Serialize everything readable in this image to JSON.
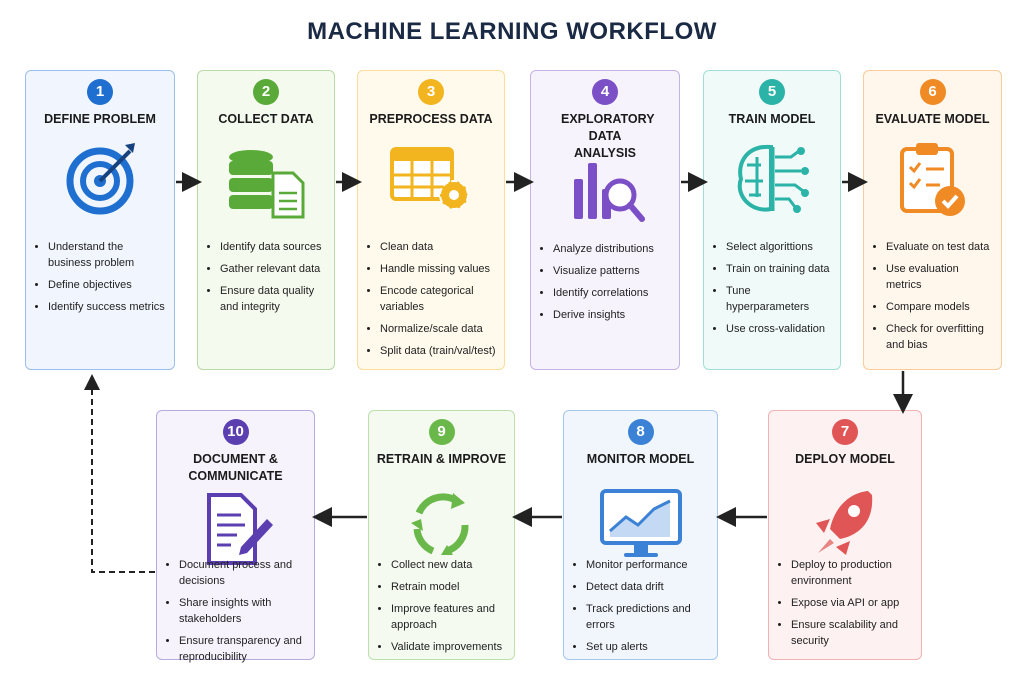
{
  "title": "MACHINE LEARNING WORKFLOW",
  "steps": [
    {
      "n": "1",
      "title": "DEFINE PROBLEM",
      "color": "#1e6fd0",
      "bg": "#f1f6fe",
      "icon": "target-icon",
      "items": [
        "Understand the business problem",
        "Define objectives",
        "Identify success metrics"
      ]
    },
    {
      "n": "2",
      "title": "COLLECT DATA",
      "color": "#5aaa3a",
      "bg": "#f5faef",
      "icon": "database-icon",
      "items": [
        "Identify data sources",
        "Gather relevant data",
        "Ensure data quality and integrity"
      ]
    },
    {
      "n": "3",
      "title": "PREPROCESS DATA",
      "color": "#f2b51f",
      "bg": "#fffaec",
      "icon": "table-gear-icon",
      "items": [
        "Clean data",
        "Handle missing values",
        "Encode categorical variables",
        "Normalize/scale data",
        "Split data (train/val/test)"
      ]
    },
    {
      "n": "4",
      "title": "EXPLORATORY DATA ANALYSIS",
      "color": "#7b4fc6",
      "bg": "#f7f3fd",
      "icon": "chart-magnifier-icon",
      "items": [
        "Analyze distributions",
        "Visualize patterns",
        "Identify correlations",
        "Derive insights"
      ]
    },
    {
      "n": "5",
      "title": "TRAIN MODEL",
      "color": "#2ab3a6",
      "bg": "#f0faf9",
      "icon": "brain-circuit-icon",
      "items": [
        "Select algorittions",
        "Train on training data",
        "Tune hyperparameters",
        "Use cross-validation"
      ]
    },
    {
      "n": "6",
      "title": "EVALUATE MODEL",
      "color": "#f08a24",
      "bg": "#fff6ec",
      "icon": "clipboard-check-icon",
      "items": [
        "Evaluate on test data",
        "Use evaluation metrics",
        "Compare models",
        "Check for overfitting and bias"
      ]
    },
    {
      "n": "7",
      "title": "DEPLOY MODEL",
      "color": "#e05555",
      "bg": "#fdf1f1",
      "icon": "rocket-icon",
      "items": [
        "Deploy to production environment",
        "Expose via API or app",
        "Ensure scalability and security"
      ]
    },
    {
      "n": "8",
      "title": "MONITOR MODEL",
      "color": "#3b82d6",
      "bg": "#f1f6fd",
      "icon": "monitor-chart-icon",
      "items": [
        "Monitor performance",
        "Detect data drift",
        "Track predictions and errors",
        "Set up alerts"
      ]
    },
    {
      "n": "9",
      "title": "RETRAIN & IMPROVE",
      "color": "#6bb84a",
      "bg": "#f4faf0",
      "icon": "cycle-arrows-icon",
      "items": [
        "Collect new data",
        "Retrain model",
        "Improve features and approach",
        "Validate improvements"
      ]
    },
    {
      "n": "10",
      "title": "DOCUMENT & COMMUNICATE",
      "color": "#5b3fb0",
      "bg": "#f6f3fc",
      "icon": "document-pen-icon",
      "items": [
        "Document process and decisions",
        "Share insights with stakeholders",
        "Ensure transparency and reproducibility"
      ]
    }
  ]
}
